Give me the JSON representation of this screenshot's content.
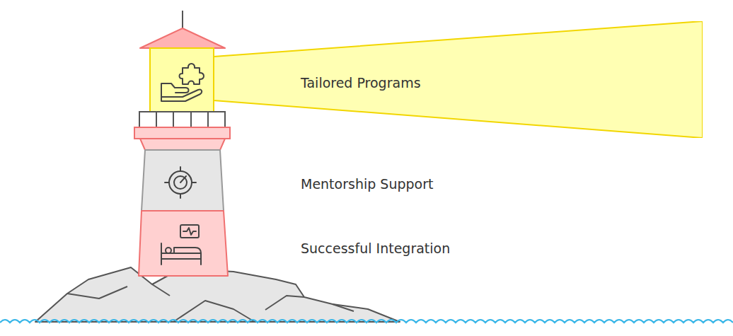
{
  "diagram": {
    "nodes": [
      {
        "text": [
          "Tailored Programs"
        ]
      }
    ],
    "labels": [
      "Mentorship Support",
      "Successful Integration"
    ]
  }
}
